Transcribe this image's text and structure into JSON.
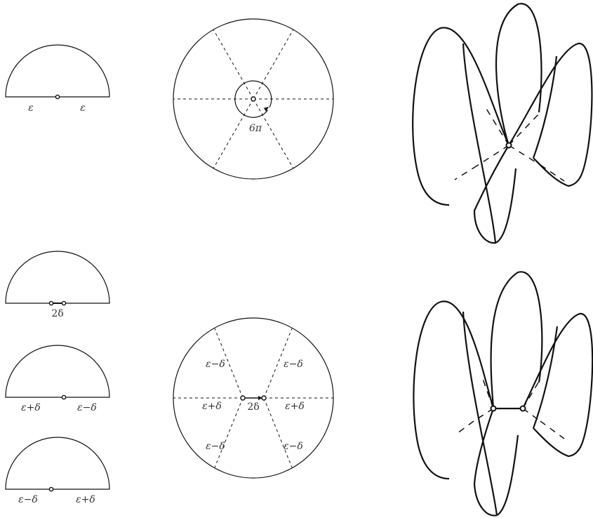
{
  "labels": {
    "eps": "ε",
    "six_pi": "6π",
    "two_delta": "2δ",
    "eps_plus_delta": "ε+δ",
    "eps_minus_delta": "ε−δ"
  },
  "colors": {
    "stroke": "#111111",
    "text": "#333333",
    "background": "#ffffff"
  }
}
